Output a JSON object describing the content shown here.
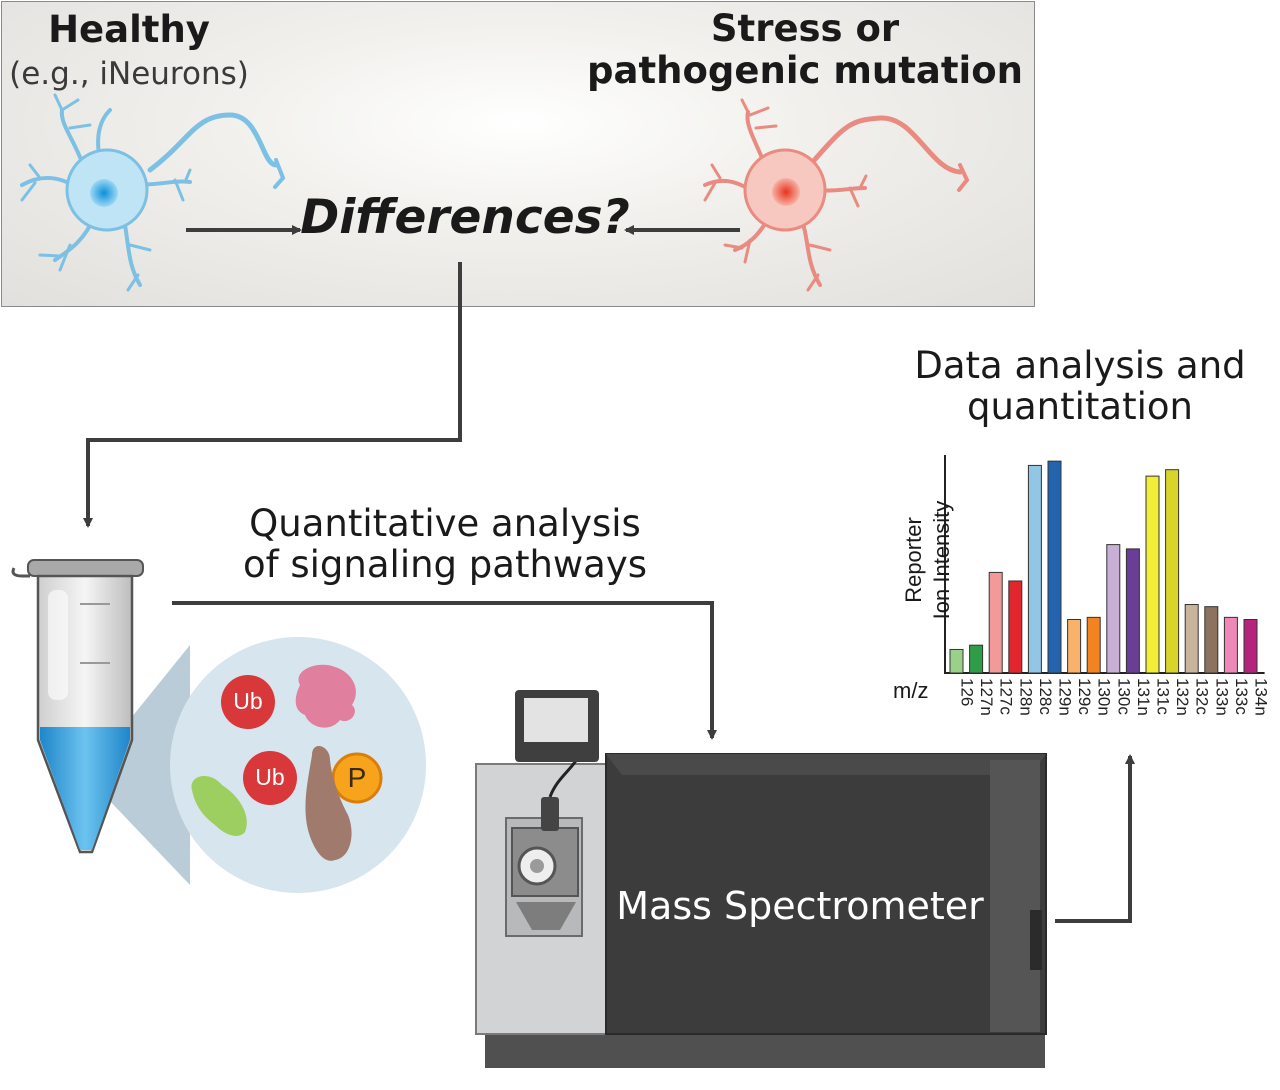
{
  "top": {
    "healthy_title": "Healthy",
    "healthy_sub": "(e.g., iNeurons)",
    "stress_title_line1": "Stress or",
    "stress_title_line2": "pathogenic mutation",
    "differences": "Differences?"
  },
  "middle": {
    "qa_line1": "Quantitative analysis",
    "qa_line2": "of signaling pathways",
    "ub1": "Ub",
    "ub2": "Ub",
    "phospho": "P"
  },
  "instrument": {
    "label": "Mass Spectrometer"
  },
  "analysis": {
    "line1": "Data analysis and",
    "line2": "quantitation"
  },
  "colors": {
    "healthy_neuron": "#6cb8e0",
    "stress_neuron": "#e98b80",
    "arrow": "#3d3d3d",
    "tube_liquid": "#3fa7dd",
    "spectrometer_dark": "#3c3c3c"
  },
  "chart_data": {
    "type": "bar",
    "ylabel_line1": "Reporter",
    "ylabel_line2": "Ion Intensity",
    "xlabel": "m/z",
    "categories": [
      "126",
      "127n",
      "127c",
      "128n",
      "128c",
      "129n",
      "129c",
      "130n",
      "130c",
      "131n",
      "131c",
      "132n",
      "132c",
      "133n",
      "133c",
      "134n"
    ],
    "values": [
      11,
      13,
      47,
      43,
      97,
      99,
      25,
      26,
      60,
      58,
      92,
      95,
      32,
      31,
      26,
      25
    ],
    "colors": [
      "#9bd08a",
      "#2f9d48",
      "#f29a9a",
      "#e3262d",
      "#92c6e4",
      "#2463ad",
      "#f9b26b",
      "#f38220",
      "#c7afd6",
      "#6a3d97",
      "#f2ee37",
      "#d9d42a",
      "#c8b49c",
      "#8c7360",
      "#ee88b6",
      "#b5237c"
    ],
    "ylim": [
      0,
      100
    ],
    "grid": false
  }
}
